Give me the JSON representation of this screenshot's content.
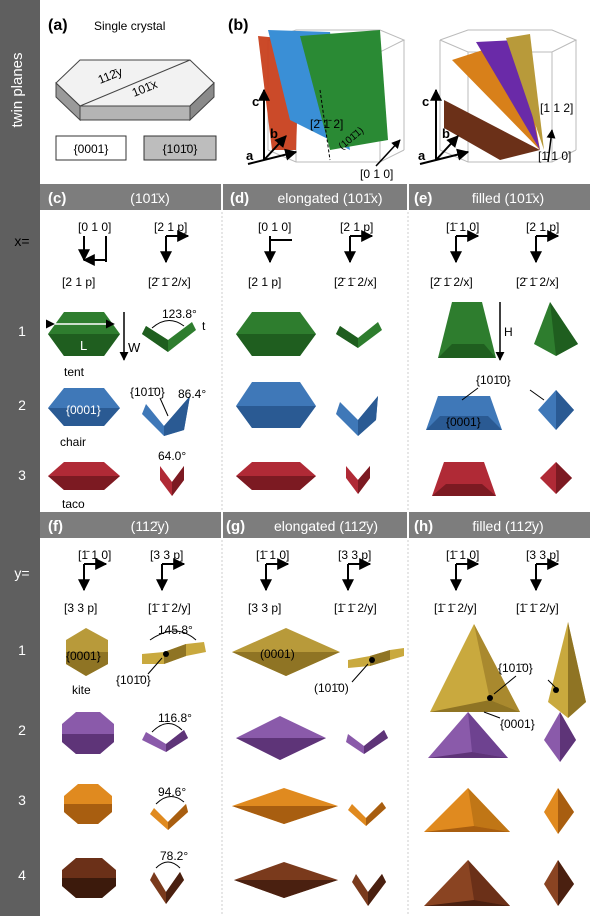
{
  "side_label": "twin planes",
  "panel_a": {
    "tag": "(a)",
    "title": "Single crystal",
    "plane_1": "112̄y",
    "plane_2": "101̄x",
    "box_1": "{0001}",
    "box_2": "{101̄0}"
  },
  "panel_b": {
    "tag": "(b)",
    "axis_c": "c",
    "axis_b": "b",
    "axis_a": "a",
    "dir_1": "[2̄ 1̄ 2]",
    "dir_2": "(101̄1)",
    "dir_3": "[0 1 0]",
    "dir_4": "[1 1 2]",
    "dir_5": "[1̄ 1 0]"
  },
  "header_row_1": [
    {
      "tag": "(c)",
      "title": "(101̄x)"
    },
    {
      "tag": "(d)",
      "title": "elongated (101̄x)"
    },
    {
      "tag": "(e)",
      "title": "filled (101̄x)"
    }
  ],
  "header_row_2": [
    {
      "tag": "(f)",
      "title": "(112̄y)"
    },
    {
      "tag": "(g)",
      "title": "elongated (112̄y)"
    },
    {
      "tag": "(h)",
      "title": "filled (112̄y)"
    }
  ],
  "var_x": "x=",
  "var_y": "y=",
  "rows_x": [
    "1",
    "2",
    "3"
  ],
  "rows_y": [
    "1",
    "2",
    "3",
    "4"
  ],
  "axes_x": {
    "c_left_top": "[0 1 0]",
    "c_left_bot": "[2 1 p]",
    "c_right_top": "[2 1 p]",
    "c_right_bot": "[2̄ 1̄ 2/x]",
    "d_left_top": "[0 1 0]",
    "d_left_bot": "[2 1 p]",
    "d_right_top": "[2 1 p]",
    "d_right_bot": "[2̄ 1̄ 2/x]",
    "e_left_top": "[1̄ 1 0]",
    "e_left_bot": "[2̄ 1̄ 2/x]",
    "e_right_top": "[2 1 p]",
    "e_right_bot": "[2̄ 1̄ 2/x]"
  },
  "axes_y": {
    "f_left_top": "[1̄ 1 0]",
    "f_left_bot": "[3 3 p]",
    "f_right_top": "[3 3 p]",
    "f_right_bot": "[1̄ 1̄ 2/y]",
    "g_left_top": "[1̄ 1 0]",
    "g_left_bot": "[3 3 p]",
    "g_right_top": "[3 3 p]",
    "g_right_bot": "[1̄ 1̄ 2/y]",
    "h_left_top": "[1̄ 1 0]",
    "h_left_bot": "[1̄ 1̄ 2/y]",
    "h_right_top": "[3 3 p]",
    "h_right_bot": "[1̄ 1̄ 2/y]"
  },
  "labels": {
    "L": "L",
    "W": "W",
    "t": "t",
    "H": "H",
    "tent": "tent",
    "chair": "chair",
    "taco": "taco",
    "kite": "kite",
    "face_0001": "{0001}",
    "face_1010": "{101̄0}",
    "paren_0001": "(0001)",
    "paren_1010": "(101̄0)"
  },
  "angles_x": [
    "123.8°",
    "86.4°",
    "64.0°"
  ],
  "angles_y": [
    "145.8°",
    "116.8°",
    "94.6°",
    "78.2°"
  ],
  "colors": {
    "sidebar": "#5f5f5f",
    "header_band": "#7d7d7d",
    "green": "#2e7d2e",
    "blue": "#3f78b8",
    "red": "#a32530",
    "gold": "#b89a3a",
    "purple": "#7a4a9a",
    "orange": "#d8801a",
    "brown": "#6b3018"
  }
}
